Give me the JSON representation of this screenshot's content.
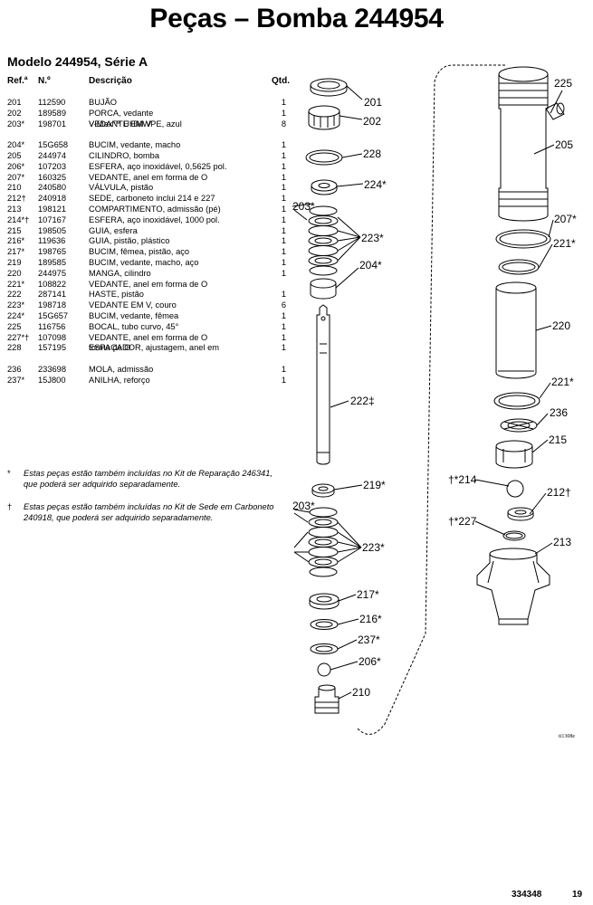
{
  "title": "Peças – Bomba 244954",
  "subtitle": "Modelo 244954, Série A",
  "table": {
    "headers": {
      "ref": "Ref.ª",
      "part": "N.º",
      "desc": "Descrição",
      "qty": "Qtd."
    },
    "rows": [
      {
        "ref": "201",
        "part": "112590",
        "desc": "BUJÃO",
        "desc2": "",
        "qty": "1"
      },
      {
        "ref": "202",
        "part": "189589",
        "desc": "PORCA, vedante",
        "desc2": "",
        "qty": "1"
      },
      {
        "ref": "203*",
        "part": "198701",
        "desc": "VEDANTE EM V",
        "desc2": "V-Max™ UHMWPE, azul",
        "qty": "8"
      },
      {
        "ref": "204*",
        "part": "15G658",
        "desc": "BUCIM, vedante, macho",
        "desc2": "",
        "qty": "1"
      },
      {
        "ref": "205",
        "part": "244974",
        "desc": "CILINDRO, bomba",
        "desc2": "",
        "qty": "1"
      },
      {
        "ref": "206*",
        "part": "107203",
        "desc": "ESFERA, aço inoxidável, 0,5625 pol.",
        "desc2": "",
        "qty": "1"
      },
      {
        "ref": "207*",
        "part": "160325",
        "desc": "VEDANTE, anel em forma de O",
        "desc2": "",
        "qty": "1"
      },
      {
        "ref": "210",
        "part": "240580",
        "desc": "VÁLVULA, pistão",
        "desc2": "",
        "qty": "1"
      },
      {
        "ref": "212†",
        "part": "240918",
        "desc": "SEDE, carboneto inclui 214 e 227",
        "desc2": "",
        "qty": "1"
      },
      {
        "ref": "213",
        "part": "198121",
        "desc": "COMPARTIMENTO, admissão (pé)",
        "desc2": "",
        "qty": "1"
      },
      {
        "ref": "214*†",
        "part": "107167",
        "desc": "ESFERA, aço inoxidável, 1000 pol.",
        "desc2": "",
        "qty": "1"
      },
      {
        "ref": "215",
        "part": "198505",
        "desc": "GUIA, esfera",
        "desc2": "",
        "qty": "1"
      },
      {
        "ref": "216*",
        "part": "119636",
        "desc": "GUIA, pistão, plástico",
        "desc2": "",
        "qty": "1"
      },
      {
        "ref": "217*",
        "part": "198765",
        "desc": "BUCIM, fêmea, pistão, aço",
        "desc2": "",
        "qty": "1"
      },
      {
        "ref": "219",
        "part": "189585",
        "desc": "BUCIM, vedante, macho, aço",
        "desc2": "",
        "qty": "1"
      },
      {
        "ref": "220",
        "part": "244975",
        "desc": "MANGA, cilindro",
        "desc2": "",
        "qty": "1"
      },
      {
        "ref": "221*",
        "part": "108822",
        "desc": "VEDANTE, anel em forma de O",
        "desc2": "",
        "qty": ""
      },
      {
        "ref": "222",
        "part": "287141",
        "desc": "HASTE, pistão",
        "desc2": "",
        "qty": "1"
      },
      {
        "ref": "223*",
        "part": "198718",
        "desc": "VEDANTE EM V, couro",
        "desc2": "",
        "qty": "6"
      },
      {
        "ref": "224*",
        "part": "15G657",
        "desc": "BUCIM, vedante, fêmea",
        "desc2": "",
        "qty": "1"
      },
      {
        "ref": "225",
        "part": "116756",
        "desc": "BOCAL, tubo curvo, 45°",
        "desc2": "",
        "qty": "1"
      },
      {
        "ref": "227*†",
        "part": "107098",
        "desc": "VEDANTE, anel em forma de O",
        "desc2": "",
        "qty": "1"
      },
      {
        "ref": "228",
        "part": "157195",
        "desc": "ESPAÇADOR, ajustagem, anel em",
        "desc2": "forma de O",
        "qty": "1"
      },
      {
        "ref": "236",
        "part": "233698",
        "desc": "MOLA, admissão",
        "desc2": "",
        "qty": "1"
      },
      {
        "ref": "237*",
        "part": "15J800",
        "desc": "ANILHA, reforço",
        "desc2": "",
        "qty": "1"
      }
    ]
  },
  "footnotes": [
    {
      "mark": "*",
      "text": "Estas peças estão também incluídas no Kit de Reparação 246341, que poderá ser adquirido separadamente."
    },
    {
      "mark": "†",
      "text": "Estas peças estão também incluídas no Kit de Sede em Carboneto 240918, que poderá ser adquirido separadamente."
    }
  ],
  "diagram_labels": {
    "l201": "201",
    "l202": "202",
    "l228": "228",
    "l224a": "224*",
    "l203a": "203*",
    "l223a": "223*",
    "l204": "204*",
    "l222": "222‡",
    "l219": "219*",
    "l203b": "203*",
    "l223b": "223*",
    "l217": "217*",
    "l216": "216*",
    "l237": "237*",
    "l206": "206*",
    "l210": "210",
    "l225": "225",
    "l205": "205",
    "l207": "207*",
    "l221a": "221*",
    "l220": "220",
    "l221b": "221*",
    "l236": "236",
    "l215": "215",
    "l214": "†*214",
    "l212": "212†",
    "l227": "†*227",
    "l213": "213"
  },
  "figure_id": "ti1308e",
  "footer": {
    "doc_number": "334348",
    "page": "19"
  }
}
